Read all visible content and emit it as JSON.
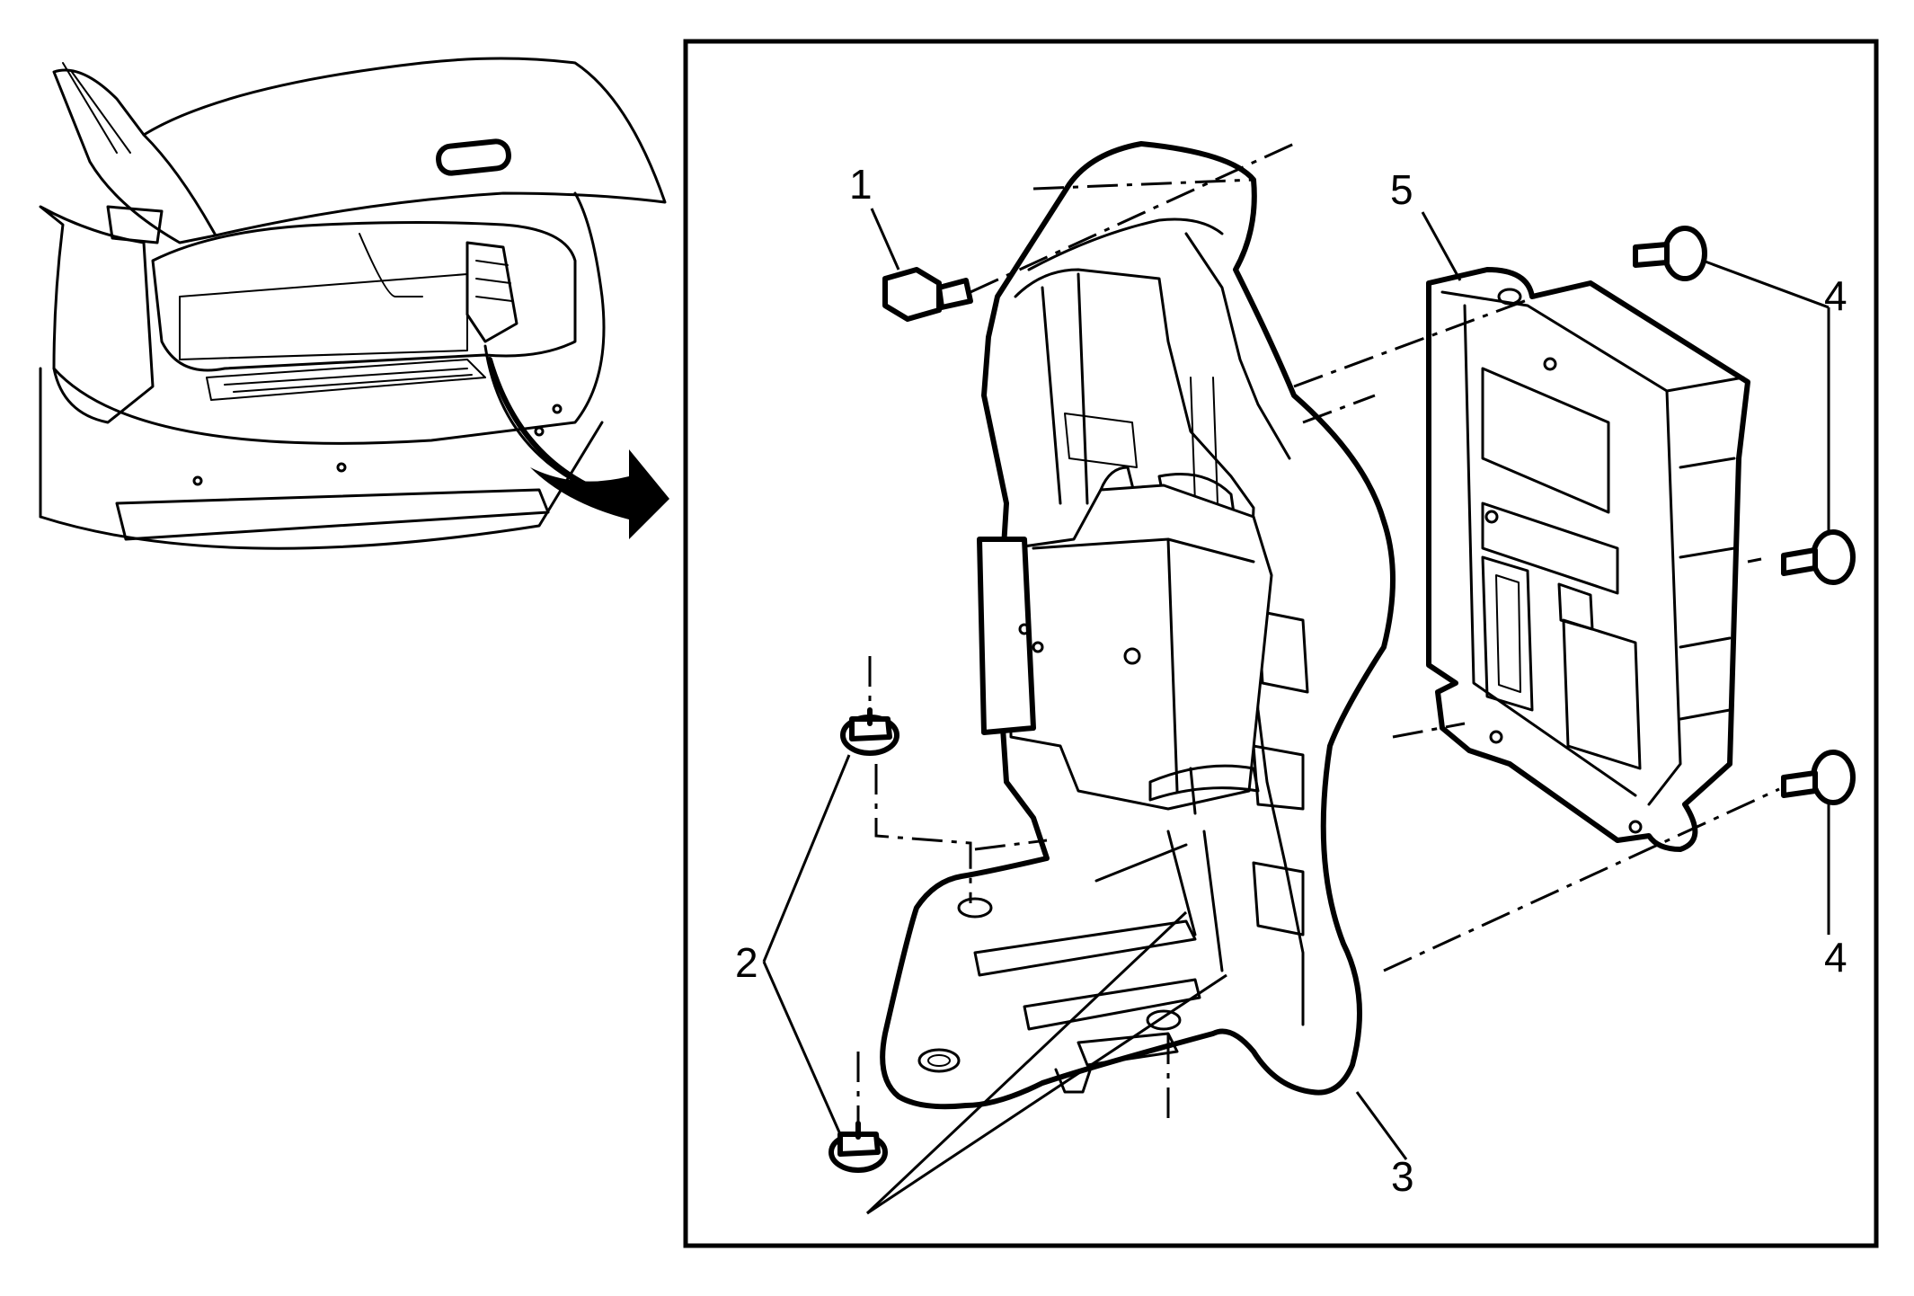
{
  "diagram": {
    "callouts": [
      {
        "id": "1",
        "label": "1"
      },
      {
        "id": "2",
        "label": "2"
      },
      {
        "id": "3",
        "label": "3"
      },
      {
        "id": "4a",
        "label": "4"
      },
      {
        "id": "4b",
        "label": "4"
      },
      {
        "id": "5",
        "label": "5"
      }
    ],
    "colors": {
      "line": "#000000",
      "background": "#ffffff"
    }
  }
}
